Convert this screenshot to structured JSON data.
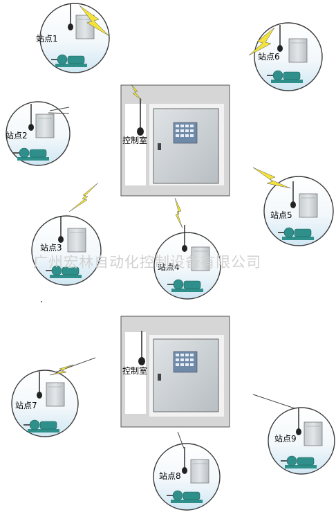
{
  "diagram": {
    "stations": [
      {
        "id": "s1",
        "label": "站点1"
      },
      {
        "id": "s2",
        "label": "站点2"
      },
      {
        "id": "s3",
        "label": "站点3"
      },
      {
        "id": "s4",
        "label": "站点4"
      },
      {
        "id": "s5",
        "label": "站点5"
      },
      {
        "id": "s6",
        "label": "站点6"
      },
      {
        "id": "s7",
        "label": "站点7"
      },
      {
        "id": "s8",
        "label": "站点8"
      },
      {
        "id": "s9",
        "label": "站点9"
      }
    ],
    "control_rooms": [
      {
        "id": "c1",
        "label": "控制室"
      },
      {
        "id": "c2",
        "label": "控制室"
      }
    ],
    "watermark": "广州宏林自动化控制设备有限公司",
    "colors": {
      "circle_border": "#3a3a3a",
      "circle_fill_top": "#ffffff",
      "circle_fill_bottom": "#cfe7f3",
      "cabinet": "#d4d9dc",
      "pump": "#2f8f8a",
      "lightning": "#f2e23a",
      "panel_bg": "#d8d8d8"
    }
  }
}
